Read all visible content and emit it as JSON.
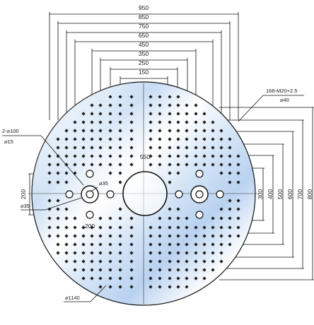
{
  "colors": {
    "plate_fill_light": "#ffffff",
    "plate_fill_blue": "#c7dcf3",
    "line": "#111111",
    "hole": "#1d1d1d"
  },
  "dimensions": {
    "top_stack": [
      "950",
      "850",
      "750",
      "650",
      "450",
      "350",
      "250",
      "150"
    ],
    "right_stack": [
      "300",
      "400",
      "500",
      "600",
      "700",
      "800"
    ],
    "center_spacing": "550",
    "left_vertical": "200",
    "bottom_horizontal": "200"
  },
  "callouts": {
    "tapped_holes": "168-M20×2.5",
    "tapped_depth": "⌀40",
    "bores": "2-⌀100",
    "bores_sub": "⌀15",
    "small_hole_right": "⌀35",
    "small_hole_left": "⌀35",
    "plate_diameter": "⌀1140"
  }
}
